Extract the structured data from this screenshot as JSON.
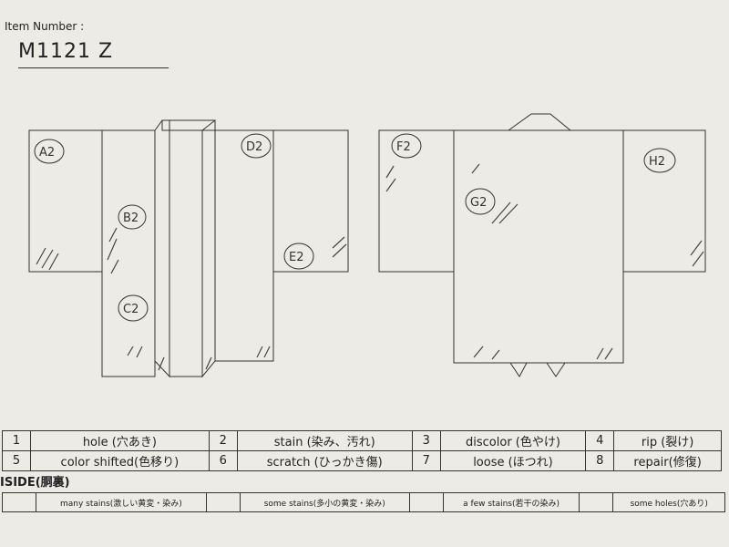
{
  "header": {
    "label": "Item Number :",
    "value": "M1121   Z"
  },
  "markers": {
    "A": "A2",
    "B": "B2",
    "C": "C2",
    "D": "D2",
    "E": "E2",
    "F": "F2",
    "G": "G2",
    "H": "H2"
  },
  "legend": [
    [
      {
        "num": "1",
        "label": "hole (穴あき)"
      },
      {
        "num": "2",
        "label": "stain (染み、汚れ)"
      },
      {
        "num": "3",
        "label": "discolor (色やけ)"
      },
      {
        "num": "4",
        "label": "rip (裂け)"
      }
    ],
    [
      {
        "num": "5",
        "label": "color shifted(色移り)"
      },
      {
        "num": "6",
        "label": "scratch (ひっかき傷)"
      },
      {
        "num": "7",
        "label": "loose (ほつれ)"
      },
      {
        "num": "8",
        "label": "repair(修復)"
      }
    ]
  ],
  "inside": {
    "title": "ISIDE(胴裏)",
    "items": [
      "many stains(激しい黄変・染み)",
      "some stains(多小の黄変・染み)",
      "a few stains(若干の染み)",
      "some holes(穴あり)"
    ]
  }
}
